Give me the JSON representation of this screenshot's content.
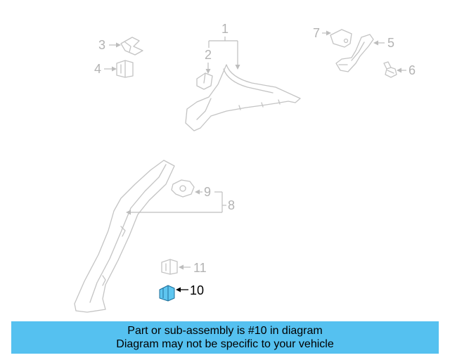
{
  "callouts": {
    "c1": "1",
    "c2": "2",
    "c3": "3",
    "c4": "4",
    "c5": "5",
    "c6": "6",
    "c7": "7",
    "c8": "8",
    "c9": "9",
    "c10": "10",
    "c11": "11"
  },
  "highlight": {
    "part_number": "10",
    "color": "#5ec6f0"
  },
  "banner": {
    "line1": "Part or sub-assembly is #10 in diagram",
    "line2": "Diagram may not be specific to your vehicle",
    "background": "#55c1f0"
  }
}
